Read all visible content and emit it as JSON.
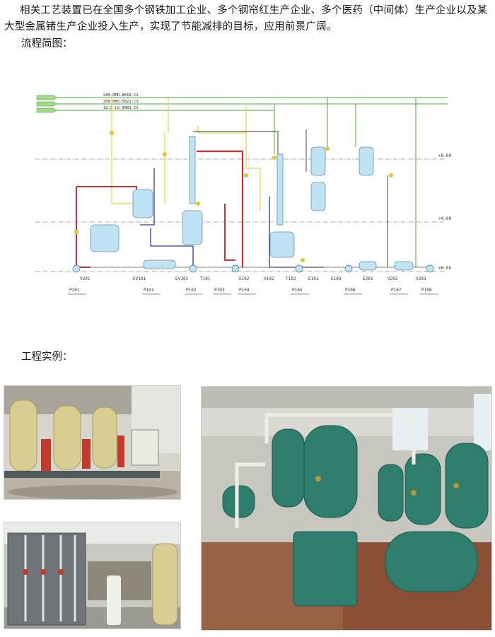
{
  "intro_paragraph": "相关工艺装置已在全国多个钢铁加工企业、多个钢帘红生产企业、多个医药（中间体）生产企业以及某大型金属锗生产企业投入生产，实现了节能减排的目标，应用前景广阔。",
  "flow_label": "流程简图：",
  "example_label": "工程实例：",
  "diagram": {
    "pipe_labels": [
      "200-DMR-8010-CS",
      "200-DMS-5021-CS",
      "12.5-LS-3001-CS"
    ],
    "equipment_tags": [
      "V201",
      "EV101",
      "EV102",
      "T101",
      "E102",
      "V102",
      "T102",
      "E101",
      "E103",
      "E201",
      "V202",
      "V203"
    ],
    "pump_tags": [
      "P201",
      "P101",
      "P102",
      "P103",
      "P104",
      "P105",
      "P106",
      "P107",
      "P108"
    ],
    "colors": {
      "steam": "#d23030",
      "green_line": "#6fbf5a",
      "yellow_line": "#e6d84a",
      "blue_line": "#2a3a9c",
      "vessel": "#bfe3f5"
    }
  },
  "photos": [
    {
      "icon": "filter-tanks-photo"
    },
    {
      "icon": "membrane-rack-photo"
    },
    {
      "icon": "green-reactor-hall-photo"
    }
  ]
}
